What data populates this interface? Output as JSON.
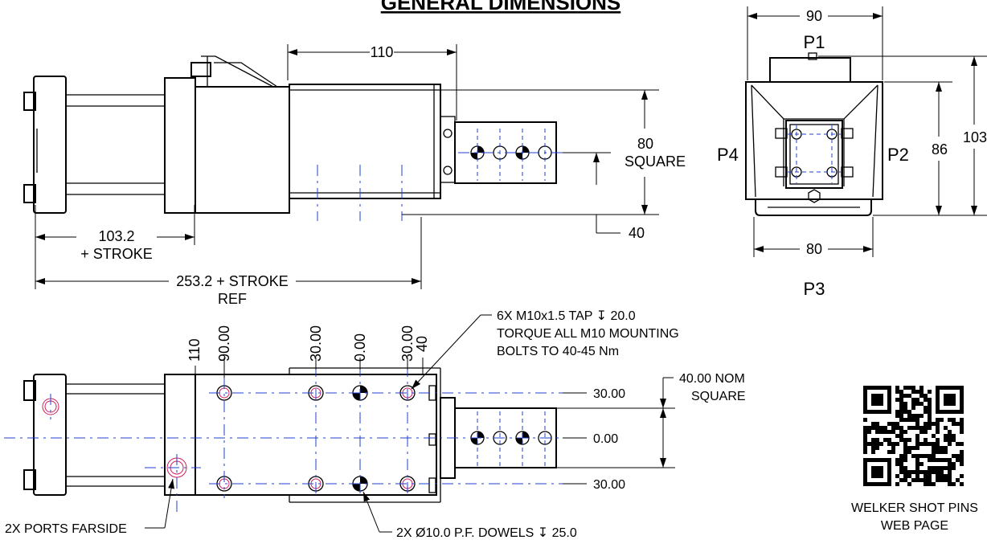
{
  "title": "GENERAL DIMENSIONS",
  "side_view": {
    "dim_110": "110",
    "dim_80": "80",
    "square_label": "SQUARE",
    "dim_40": "40",
    "dim_103_2": "103.2",
    "plus_stroke": "+ STROKE",
    "dim_253_2": "253.2 + STROKE",
    "ref": "REF"
  },
  "end_view": {
    "dim_90": "90",
    "p1": "P1",
    "p2": "P2",
    "p3": "P3",
    "p4": "P4",
    "dim_86": "86",
    "dim_103": "103",
    "dim_80": "80"
  },
  "top_view": {
    "ords": [
      "110",
      "90.00",
      "30.00",
      "0.00",
      "30.00",
      "40"
    ],
    "note_tap": "6X M10x1.5 TAP ↧ 20.0",
    "note_torque": "TORQUE ALL M10 MOUNTING",
    "note_bolts": "BOLTS TO 40-45 Nm",
    "nom": "40.00 NOM",
    "nom_square": "SQUARE",
    "y_top": "30.00",
    "y_mid": "0.00",
    "y_bot": "30.00",
    "ports": "2X PORTS FARSIDE",
    "dowels": "2X Ø10.0 P.F. DOWELS ↧ 25.0"
  },
  "qr": {
    "caption_line1": "WELKER SHOT PINS",
    "caption_line2": "WEB PAGE"
  }
}
